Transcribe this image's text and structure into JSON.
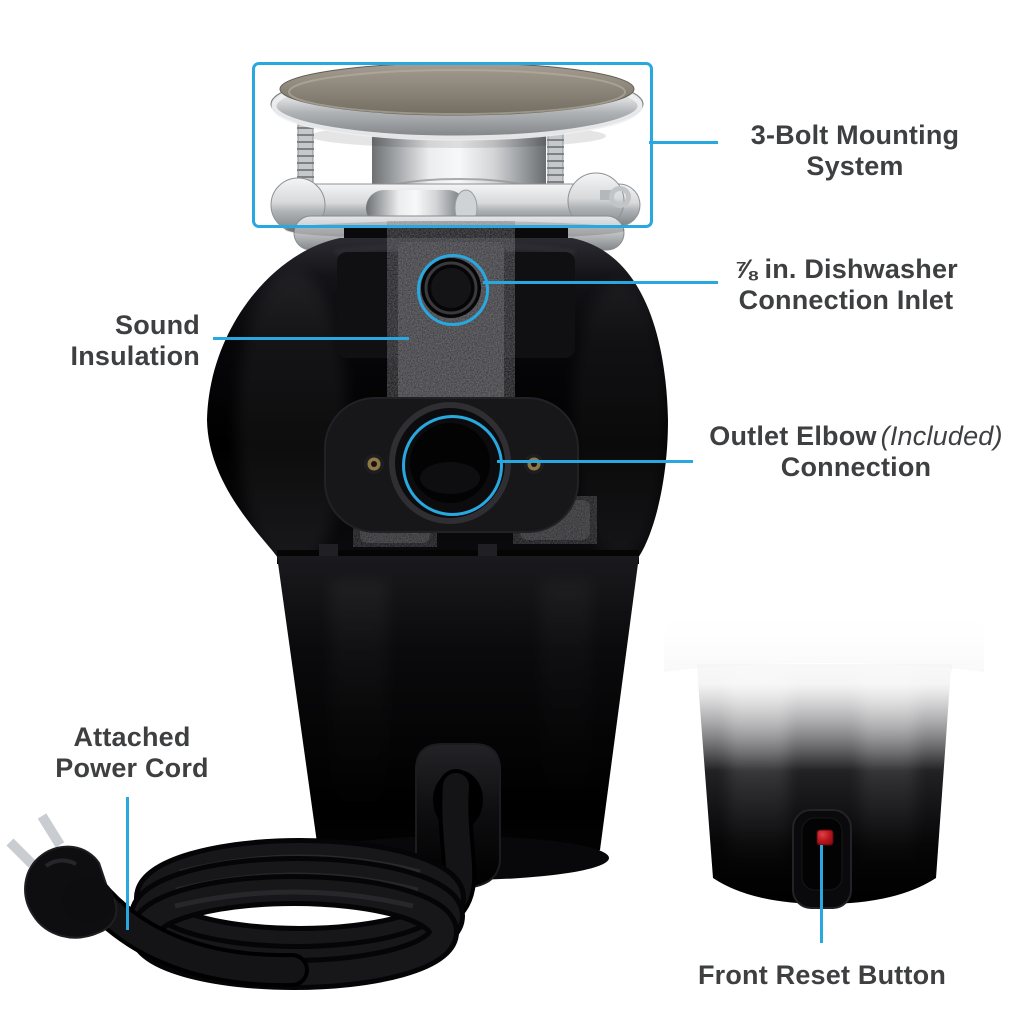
{
  "colors": {
    "accent": "#29A8DF",
    "label_text": "#3E3F41",
    "reset_button_red": "#C0151C"
  },
  "callouts": {
    "mounting": {
      "line1": "3-Bolt Mounting",
      "line2": "System"
    },
    "dishwasher_inlet": {
      "line1": "⅞ in. Dishwasher",
      "line2": "Connection Inlet"
    },
    "sound_insulation": {
      "line1": "Sound",
      "line2": "Insulation"
    },
    "outlet_elbow": {
      "line1_bold": "Outlet Elbow",
      "line1_italic": "(Included)",
      "line2": "Connection"
    },
    "power_cord": {
      "line1": "Attached",
      "line2": "Power Cord"
    },
    "reset_button": {
      "line1": "Front Reset Button"
    }
  }
}
